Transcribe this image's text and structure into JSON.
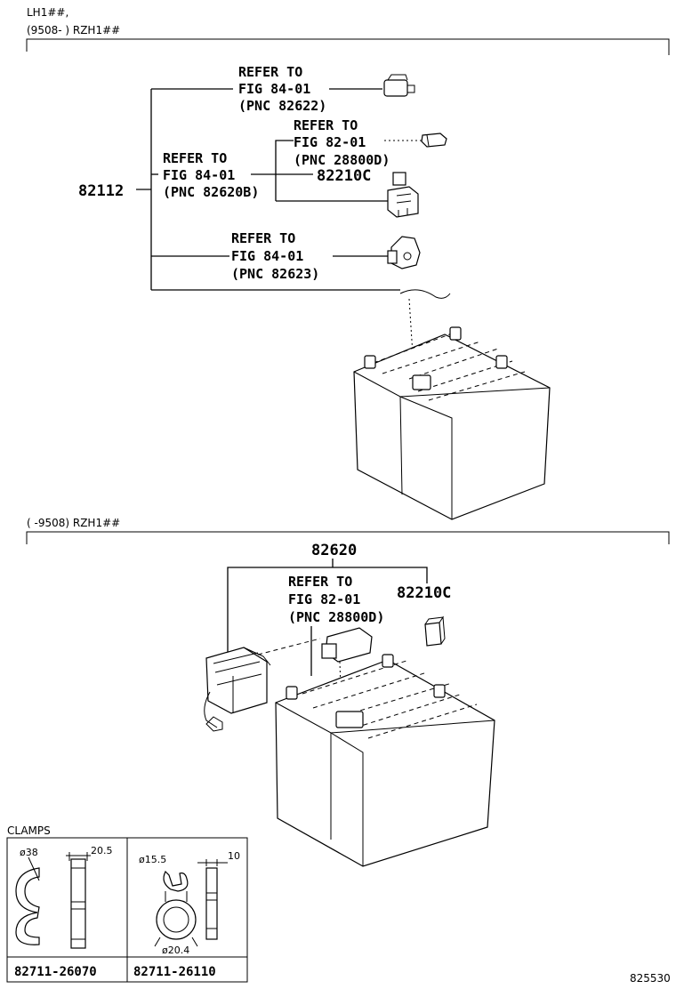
{
  "top_section": {
    "header_line1": "LH1##,",
    "header_line2": "(9508-      ) RZH1##"
  },
  "bottom_section": {
    "header": "(      -9508) RZH1##"
  },
  "refs": {
    "ref1": [
      "REFER TO",
      "FIG 84-01",
      "(PNC 82622)"
    ],
    "ref2": [
      "REFER TO",
      "FIG 82-01",
      "(PNC 28800D)"
    ],
    "ref3": [
      "REFER TO",
      "FIG 84-01",
      "(PNC 82620B)"
    ],
    "ref4": [
      "REFER TO",
      "FIG 84-01",
      "(PNC 82623)"
    ],
    "ref5": [
      "REFER TO",
      "FIG 82-01",
      "(PNC 28800D)"
    ]
  },
  "parts": {
    "p82112": "82112",
    "p82210c_top": "82210C",
    "p82620": "82620",
    "p82210c_bottom": "82210C"
  },
  "clamps": {
    "title": "CLAMPS",
    "left": {
      "dim_dia": "ø38",
      "dim_width": "20.5",
      "part_no": "82711-26070"
    },
    "right": {
      "dim_dia_top": "ø15.5",
      "dim_dia_bottom": "ø20.4",
      "dim_width": "10",
      "part_no": "82711-26110"
    }
  },
  "figure_id": "825530"
}
